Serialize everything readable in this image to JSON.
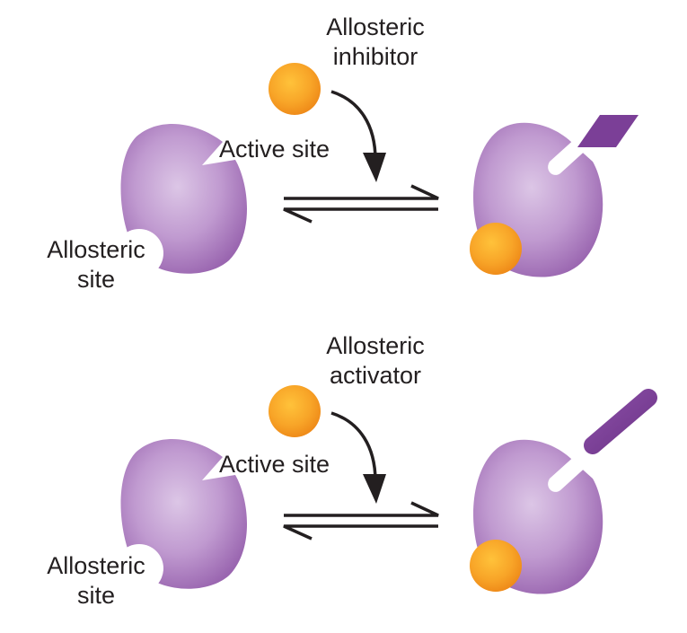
{
  "panels": [
    {
      "effector_label_line1": "Allosteric",
      "effector_label_line2": "inhibitor",
      "active_site_label": "Active site",
      "allosteric_site_label_line1": "Allosteric",
      "allosteric_site_label_line2": "site",
      "substrate_shape": "parallelogram"
    },
    {
      "effector_label_line1": "Allosteric",
      "effector_label_line2": "activator",
      "active_site_label": "Active site",
      "allosteric_site_label_line1": "Allosteric",
      "allosteric_site_label_line2": "site",
      "substrate_shape": "rounded-bar"
    }
  ],
  "colors": {
    "enzyme_light": "#d9c2e3",
    "enzyme_dark": "#9a66b0",
    "effector_light": "#ffc23a",
    "effector_dark": "#f08e1a",
    "substrate": "#7b3f97",
    "arrow": "#231f20",
    "text": "#231f20"
  }
}
